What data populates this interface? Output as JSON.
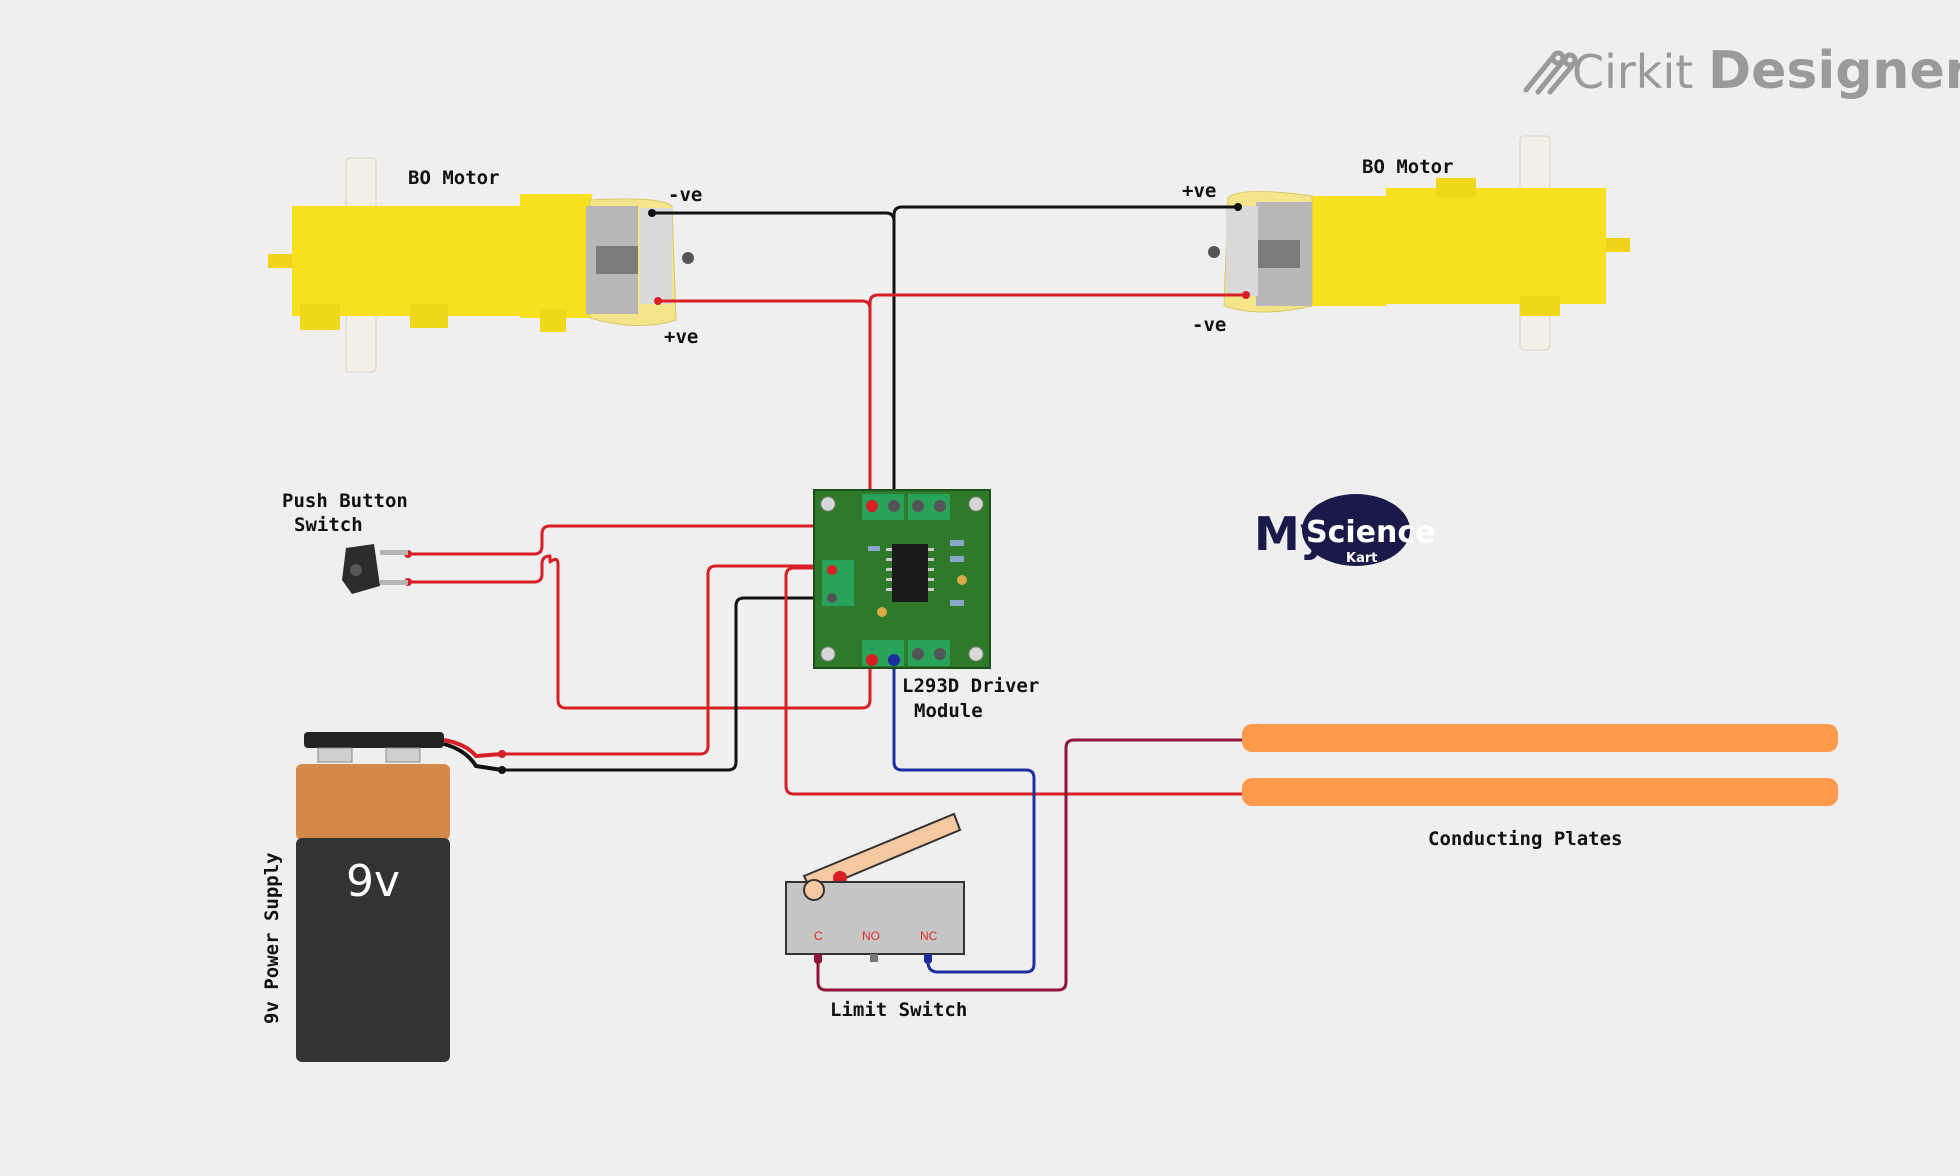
{
  "brand": {
    "word1": "Cirkit",
    "word2": "Designer",
    "icon": "cirkit-logo-icon"
  },
  "watermark": {
    "line1": "My",
    "line2": "Science",
    "line3": "Kart"
  },
  "labels": {
    "motor_left": "BO Motor",
    "motor_right": "BO Motor",
    "neg_left": "-ve",
    "pos_left": "+ve",
    "pos_right": "+ve",
    "neg_right": "-ve",
    "push_button_line1": "Push Button",
    "push_button_line2": "Switch",
    "driver_line1": "L293D Driver",
    "driver_line2": "Module",
    "battery_text": "9v",
    "power_supply": "9v Power Supply",
    "limit_switch": "Limit Switch",
    "plates": "Conducting Plates",
    "switch_c": "C",
    "switch_no": "NO",
    "switch_nc": "NC"
  },
  "colors": {
    "wire_red": "#d81f26",
    "wire_black": "#111111",
    "wire_blue": "#1f2fa0",
    "wire_maroon": "#8e1538",
    "motor_yellow": "#f7e020",
    "plate_orange": "#ff9a4d",
    "board_green": "#2f7a2a",
    "terminal_green": "#2aa35a"
  }
}
